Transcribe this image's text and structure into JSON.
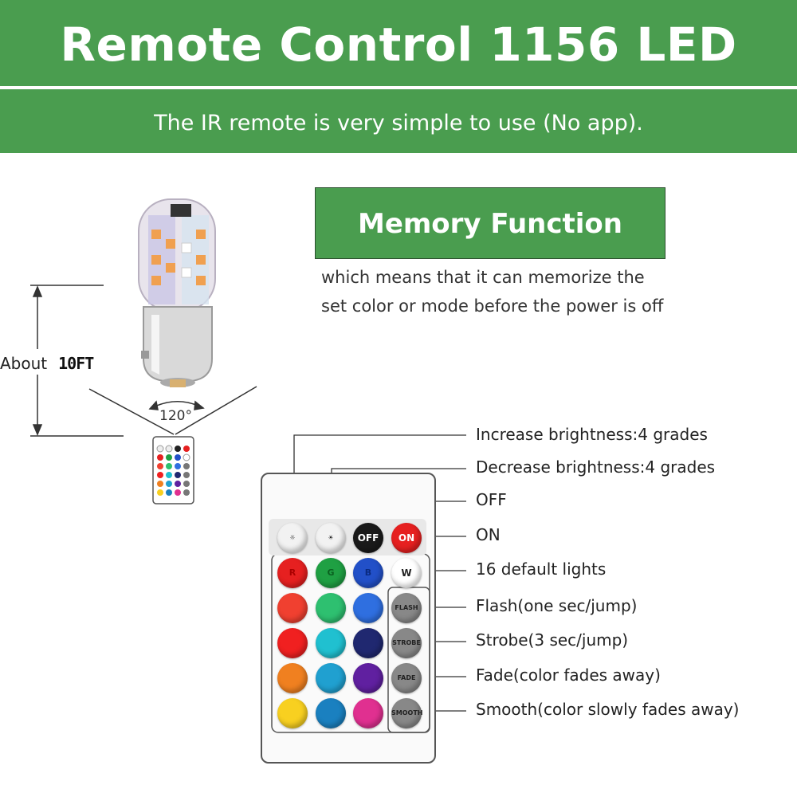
{
  "banner": {
    "title": "Remote Control 1156 LED Bulb",
    "subtitle": "The IR remote is very simple to use (No app)."
  },
  "memory": {
    "title": "Memory Function",
    "line1": "which means that it can memorize the",
    "line2": "set color or mode before the power is off"
  },
  "distance": {
    "prefix": "About",
    "value": "10FT"
  },
  "angle": "120°",
  "labels": {
    "increase": "Increase brightness:4 grades",
    "decrease": "Decrease brightness:4 grades",
    "off": "OFF",
    "on": "ON",
    "default_lights": "16 default lights",
    "flash": "Flash(one sec/jump)",
    "strobe": "Strobe(3 sec/jump)",
    "fade": "Fade(color fades away)",
    "smooth": "Smooth(color slowly fades away)"
  },
  "remote": {
    "off_label": "OFF",
    "on_label": "ON",
    "r_label": "R",
    "g_label": "G",
    "b_label": "B",
    "w_label": "W",
    "flash_label": "FLASH",
    "strobe_label": "STROBE",
    "fade_label": "FADE",
    "smooth_label": "SMOOTH",
    "colors": {
      "banner": "#4a9d4f",
      "red": "#e62020",
      "green": "#1fa043",
      "blue": "#2250c8"
    }
  }
}
